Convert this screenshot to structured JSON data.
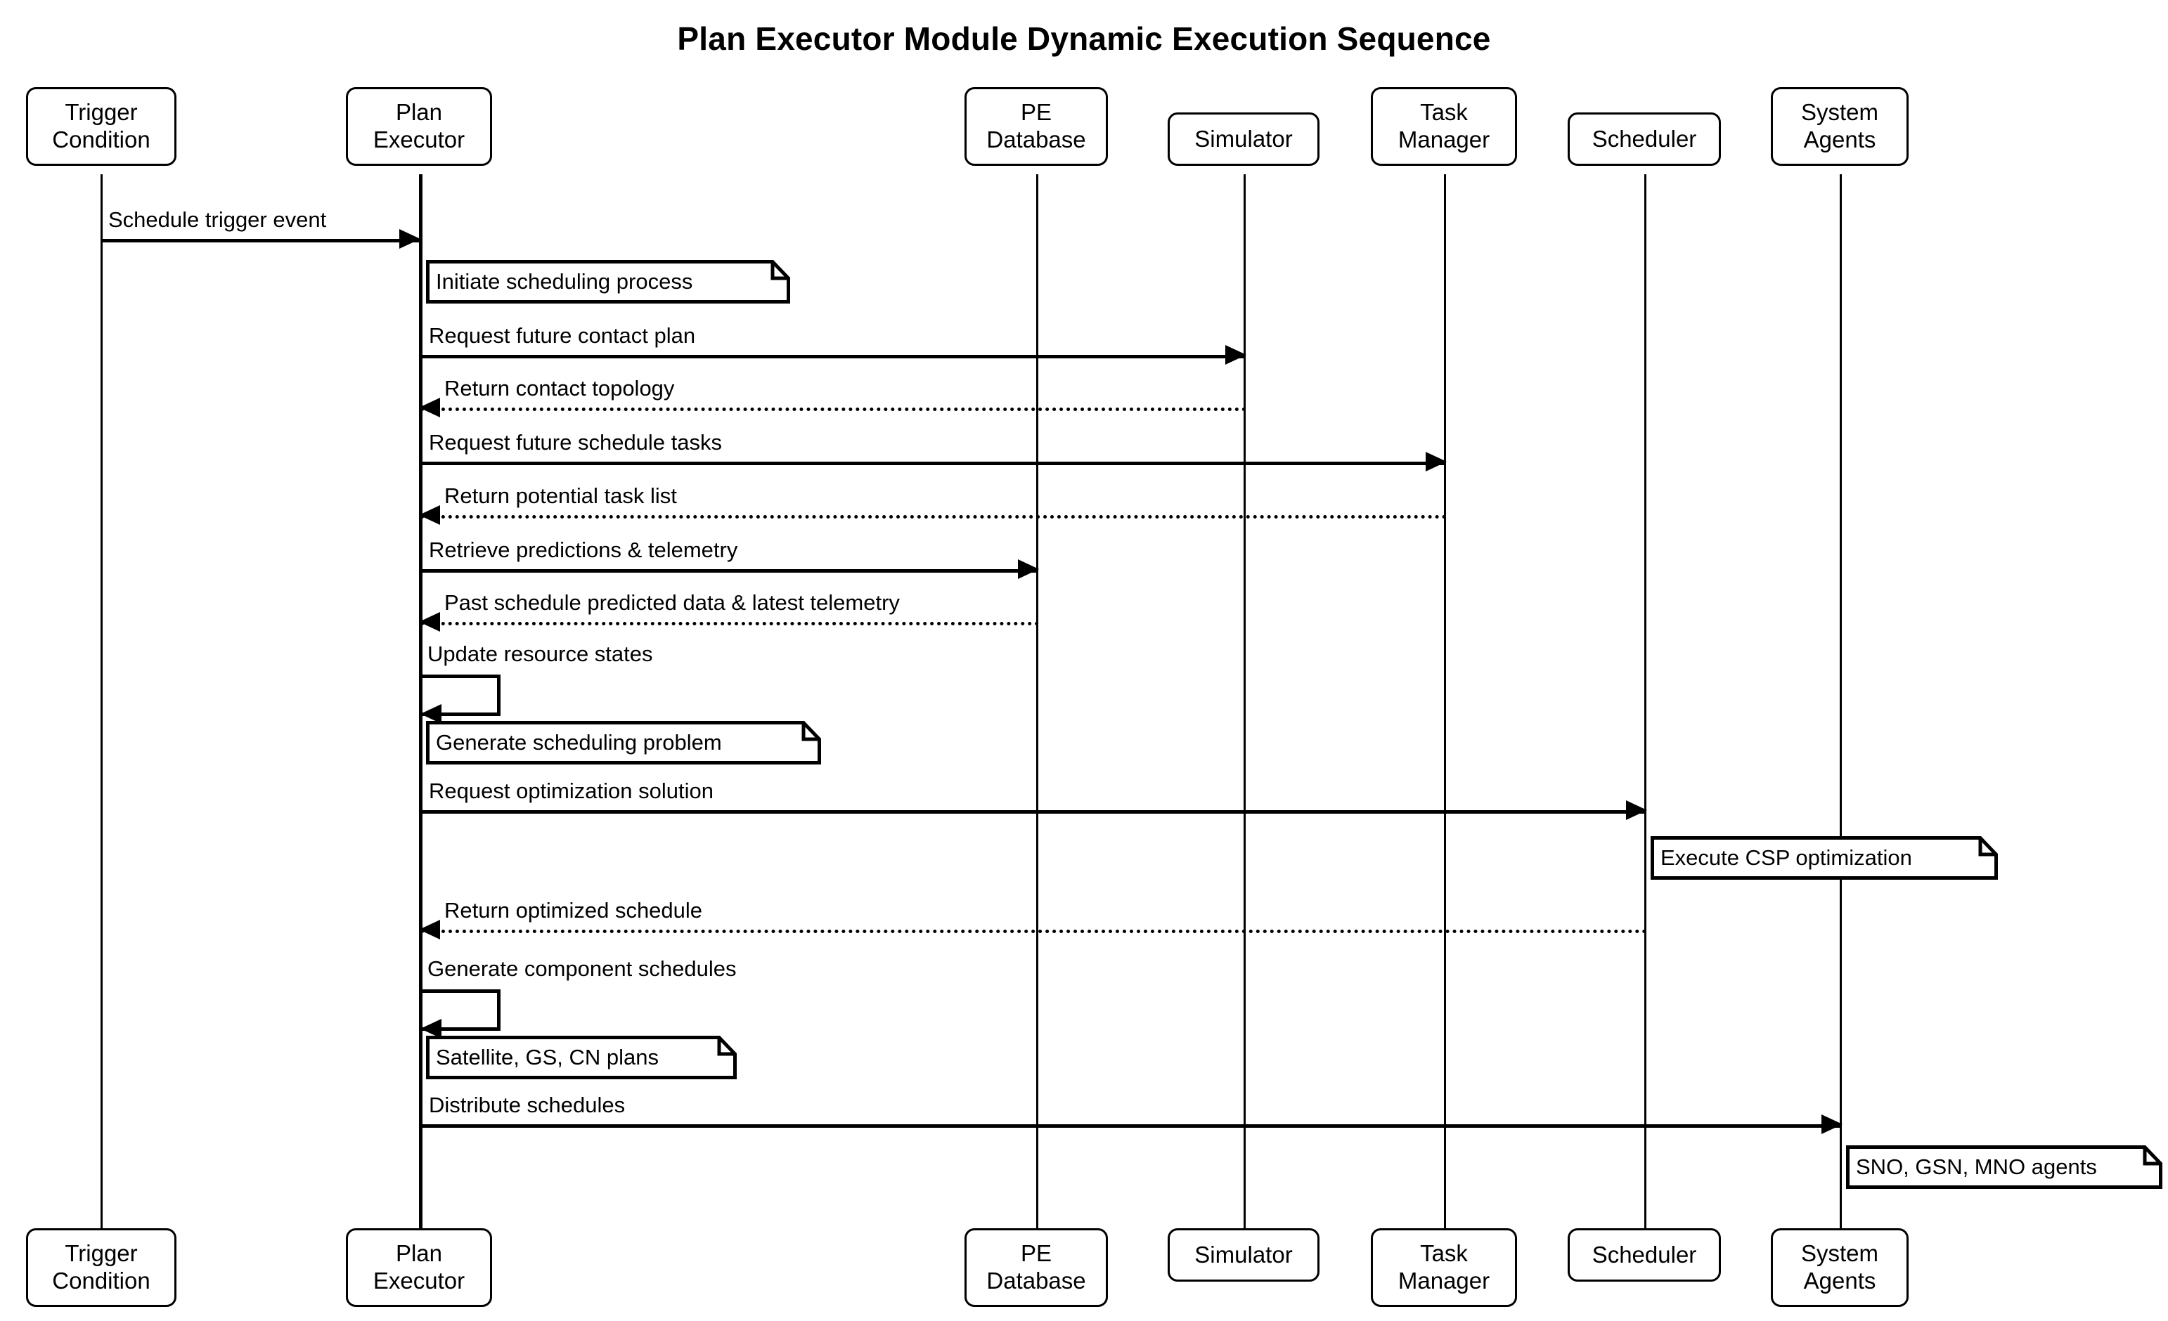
{
  "diagram": {
    "title": "Plan Executor Module Dynamic Execution Sequence",
    "type": "uml-sequence-diagram",
    "colors": {
      "stroke": "#000000",
      "background": "#ffffff",
      "text": "#000000"
    }
  },
  "participants": [
    {
      "id": "trigger-condition",
      "label": "Trigger\nCondition"
    },
    {
      "id": "plan-executor",
      "label": "Plan\nExecutor"
    },
    {
      "id": "pe-database",
      "label": "PE\nDatabase"
    },
    {
      "id": "simulator",
      "label": "Simulator"
    },
    {
      "id": "task-manager",
      "label": "Task\nManager"
    },
    {
      "id": "scheduler",
      "label": "Scheduler"
    },
    {
      "id": "system-agents",
      "label": "System\nAgents"
    }
  ],
  "messages": [
    {
      "id": "m1",
      "label": "Schedule trigger event",
      "from": "trigger-condition",
      "to": "plan-executor",
      "style": "solid",
      "direction": "right"
    },
    {
      "id": "m2",
      "label": "Request future contact plan",
      "from": "plan-executor",
      "to": "simulator",
      "style": "solid",
      "direction": "right"
    },
    {
      "id": "m3",
      "label": "Return contact topology",
      "from": "simulator",
      "to": "plan-executor",
      "style": "dotted",
      "direction": "left"
    },
    {
      "id": "m4",
      "label": "Request future schedule tasks",
      "from": "plan-executor",
      "to": "task-manager",
      "style": "solid",
      "direction": "right"
    },
    {
      "id": "m5",
      "label": "Return potential task list",
      "from": "task-manager",
      "to": "plan-executor",
      "style": "dotted",
      "direction": "left"
    },
    {
      "id": "m6",
      "label": "Retrieve predictions & telemetry",
      "from": "plan-executor",
      "to": "pe-database",
      "style": "solid",
      "direction": "right"
    },
    {
      "id": "m7",
      "label": "Past schedule predicted data & latest telemetry",
      "from": "pe-database",
      "to": "plan-executor",
      "style": "dotted",
      "direction": "left"
    },
    {
      "id": "m8",
      "label": "Update resource states",
      "from": "plan-executor",
      "to": "plan-executor",
      "style": "solid",
      "direction": "self"
    },
    {
      "id": "m9",
      "label": "Request optimization solution",
      "from": "plan-executor",
      "to": "scheduler",
      "style": "solid",
      "direction": "right"
    },
    {
      "id": "m10",
      "label": "Return optimized schedule",
      "from": "scheduler",
      "to": "plan-executor",
      "style": "dotted",
      "direction": "left"
    },
    {
      "id": "m11",
      "label": "Generate component schedules",
      "from": "plan-executor",
      "to": "plan-executor",
      "style": "solid",
      "direction": "self"
    },
    {
      "id": "m12",
      "label": "Distribute schedules",
      "from": "plan-executor",
      "to": "system-agents",
      "style": "solid",
      "direction": "right"
    }
  ],
  "notes": [
    {
      "id": "n1",
      "label": "Initiate scheduling process",
      "anchor": "plan-executor"
    },
    {
      "id": "n2",
      "label": "Generate scheduling problem",
      "anchor": "plan-executor"
    },
    {
      "id": "n3",
      "label": "Execute CSP optimization",
      "anchor": "scheduler"
    },
    {
      "id": "n4",
      "label": "Satellite, GS, CN plans",
      "anchor": "plan-executor"
    },
    {
      "id": "n5",
      "label": "SNO, GSN, MNO agents",
      "anchor": "system-agents"
    }
  ]
}
